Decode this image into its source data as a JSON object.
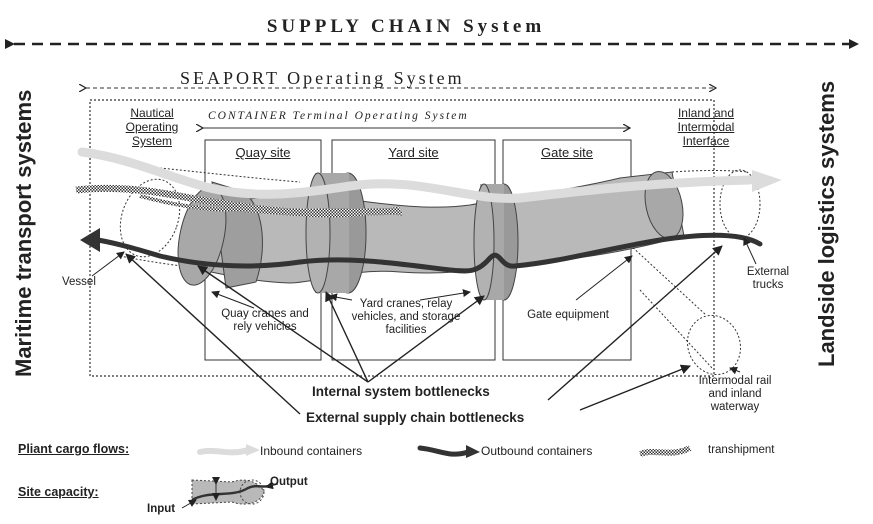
{
  "title": "SUPPLY CHAIN System",
  "seaport_title": "SEAPORT Operating System",
  "terminal_title": "CONTAINER Terminal Operating System",
  "left_side_label": "Maritime transport systems",
  "right_side_label": "Landside logistics systems",
  "nautical_label": "Nautical Operating System",
  "inland_label": "Inland and Intermodal Interface",
  "sites": {
    "quay": "Quay site",
    "yard": "Yard site",
    "gate": "Gate site"
  },
  "labels": {
    "vessel": "Vessel",
    "quay_equipment": "Quay cranes and rely vehicles",
    "yard_equipment": "Yard cranes, relay vehicles, and storage facilities",
    "gate_equipment": "Gate equipment",
    "external_trucks": "External trucks",
    "intermodal": "Intermodal rail and inland waterway"
  },
  "bottlenecks": {
    "internal": "Internal system bottlenecks",
    "external": "External supply chain bottlenecks"
  },
  "legend": {
    "cargo_flows_title": "Pliant cargo flows:",
    "inbound": "Inbound containers",
    "outbound": "Outbound containers",
    "transhipment": "transhipment",
    "site_capacity_title": "Site capacity:",
    "input": "Input",
    "output": "Output"
  }
}
